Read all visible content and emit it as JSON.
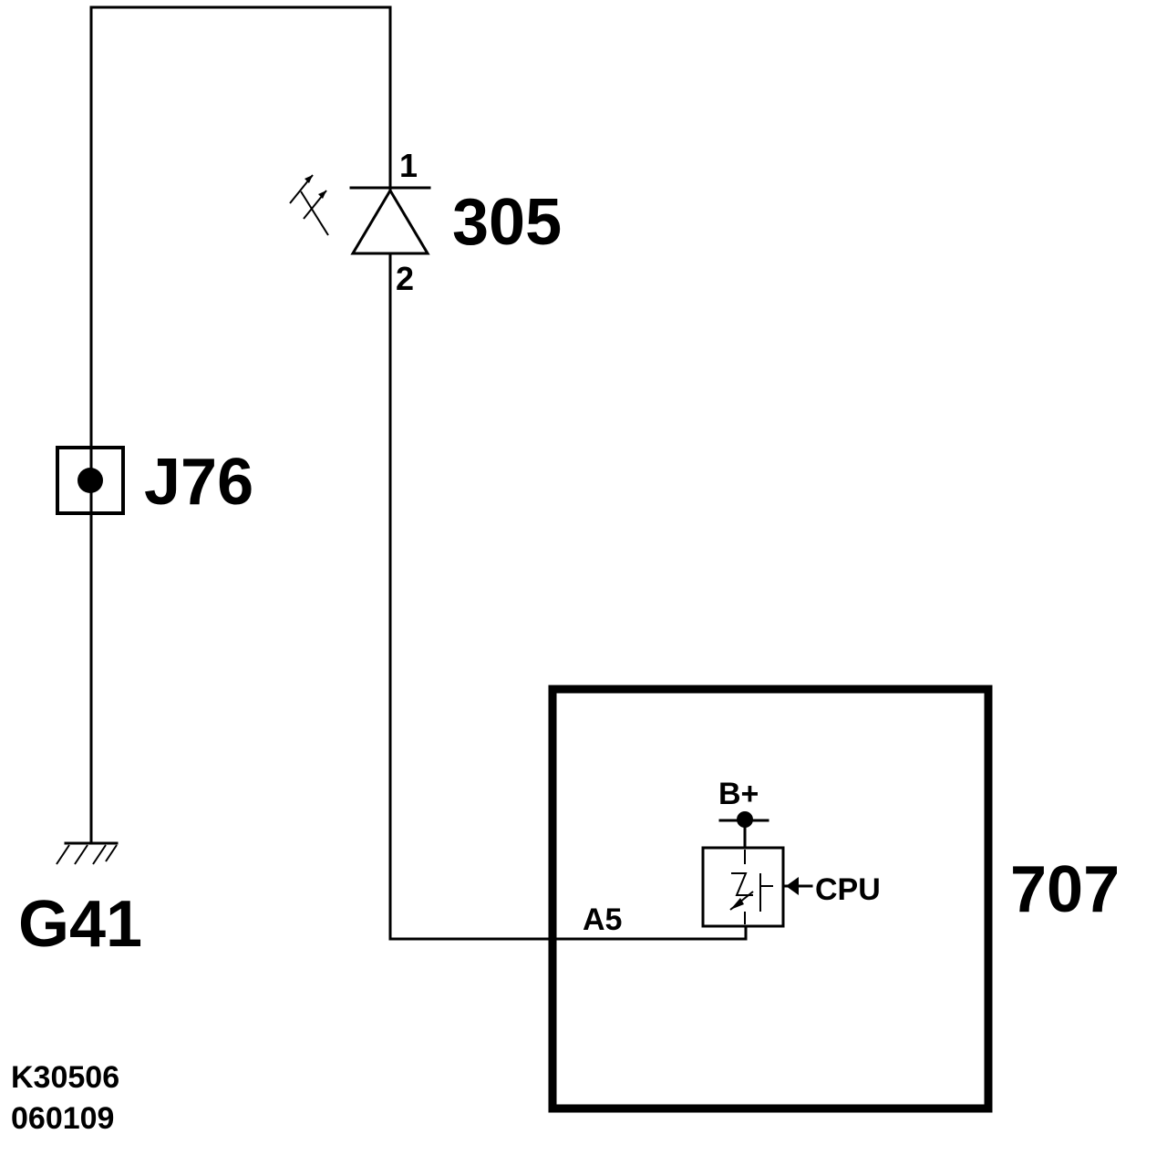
{
  "components": {
    "led": {
      "ref": "305",
      "pin_anode": "1",
      "pin_cathode": "2"
    },
    "connector": {
      "ref": "J76"
    },
    "ground": {
      "ref": "G41"
    },
    "module": {
      "ref": "707",
      "pin": "A5",
      "supply": "B+",
      "control": "CPU"
    }
  },
  "footer": {
    "code": "K30506",
    "date": "060109"
  },
  "colors": {
    "ink": "#000000",
    "background": "#ffffff"
  }
}
